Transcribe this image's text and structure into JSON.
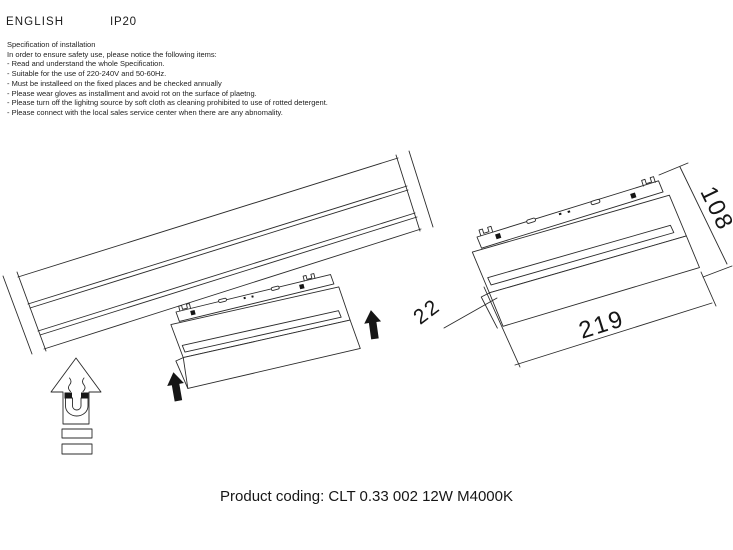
{
  "header": {
    "language": "ENGLISH",
    "ip_rating": "IP20"
  },
  "specification": {
    "title": "Specification of installation",
    "intro": "In order to ensure safety use, please notice the following items:",
    "items": [
      "- Read and understand the whole Specification.",
      "- Suitable for the use of 220-240V and 50-60Hz.",
      "- Must be installeed on the fixed places and be checked annually",
      "- Please wear gloves as installment and avoid rot on the surface of plaetng.",
      "- Please turn off the lighitng source by soft cloth as cleaning prohibited to use of rotted detergent.",
      "- Please connect with the local sales service center when there are any abnomality."
    ]
  },
  "diagram": {
    "dimensions": {
      "height": "108",
      "thickness": "22",
      "length": "219"
    },
    "icons": {
      "magnet": "magnet-up-arrow-icon",
      "install_direction": "solid-up-arrow-icon"
    },
    "stroke_color": "#2b2b2b",
    "arrow_fill_color": "#161616"
  },
  "footer": {
    "product_coding": "Product coding: CLT 0.33 002 12W M4000K"
  }
}
